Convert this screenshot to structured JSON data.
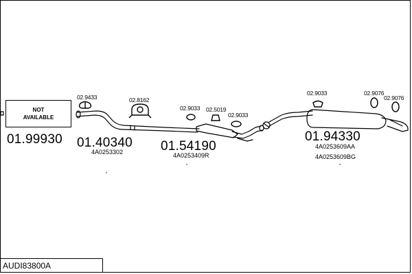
{
  "not_available": {
    "line1": "NOT",
    "line2": "AVAILABLE"
  },
  "parts": {
    "p1": "01.99930",
    "p2": "01.40340",
    "p2_oe": "4A0253302",
    "p3": "01.54190",
    "p3_oe": "4A0253409R",
    "p4": "01.94330",
    "p4_oe1": "4A0253609AA",
    "p4_oe2": "4A0253609BG"
  },
  "accessories": {
    "a1": "02.9433",
    "a2": "02.8162",
    "a3": "02.9033",
    "a4": "02.5019",
    "a5": "02.9033",
    "a6": "02.9033",
    "a7": "02.9076",
    "a8": "02.9076"
  },
  "title": "AUDI83800A"
}
